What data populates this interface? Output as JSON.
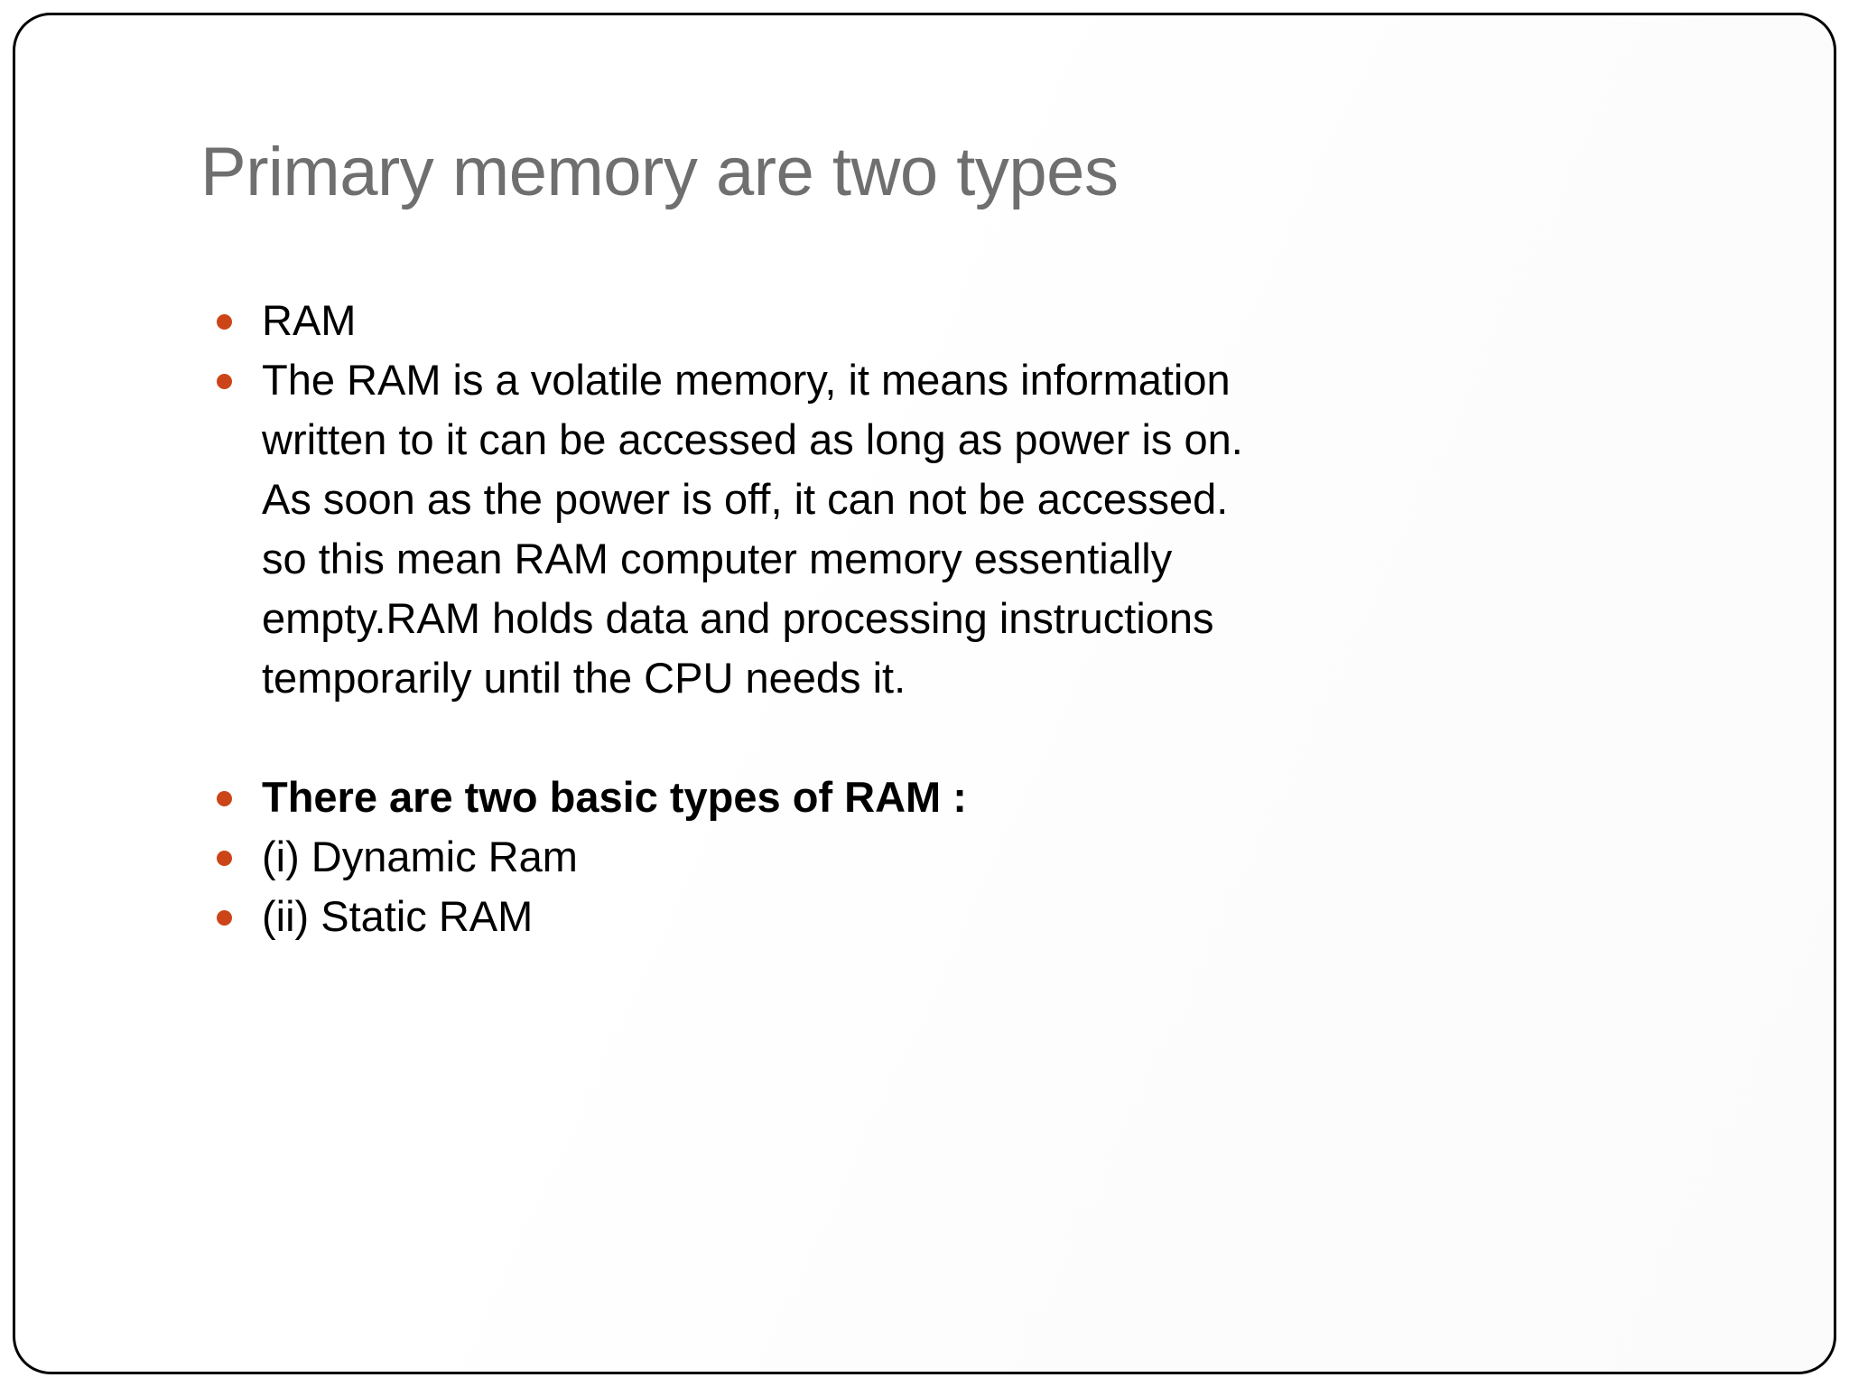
{
  "slide": {
    "title": "Primary memory are two types",
    "title_color": "#6f6f6f",
    "bullet_color": "#cc4518",
    "text_color": "#000000",
    "background_color": "#ffffff",
    "border_color": "#000000",
    "bullets": [
      {
        "id": "ram",
        "bold": false,
        "lines": [
          "RAM"
        ]
      },
      {
        "id": "ram-description",
        "bold": false,
        "lines": [
          "The RAM is a volatile memory, it means information",
          "written to it can be accessed as long as power is on.",
          "As soon as the power is off, it can not be accessed.",
          "so this mean RAM computer memory essentially",
          "empty.RAM holds data and processing instructions",
          "temporarily until the CPU needs it."
        ]
      },
      {
        "id": "ram-types-heading",
        "bold": true,
        "lines": [
          "There are two basic types of RAM :"
        ]
      },
      {
        "id": "dynamic-ram",
        "bold": false,
        "lines": [
          "(i) Dynamic Ram"
        ]
      },
      {
        "id": "static-ram",
        "bold": false,
        "lines": [
          "(ii) Static RAM"
        ]
      }
    ]
  }
}
